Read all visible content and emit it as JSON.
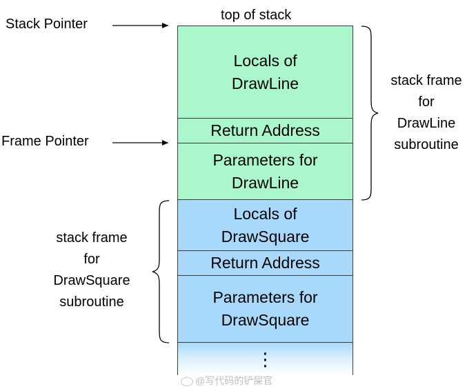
{
  "top_label": "top of stack",
  "pointers": {
    "stack_pointer": "Stack Pointer",
    "frame_pointer": "Frame Pointer"
  },
  "blocks": {
    "drawline_locals": "Locals of\nDrawLine",
    "drawline_return": "Return Address",
    "drawline_params": "Parameters for\nDrawLine",
    "drawsquare_locals": "Locals of\nDrawSquare",
    "drawsquare_return": "Return Address",
    "drawsquare_params": "Parameters for\nDrawSquare",
    "continuation": "⋮"
  },
  "frames": {
    "drawline": "stack frame\nfor\nDrawLine\nsubroutine",
    "drawsquare": "stack frame\nfor\nDrawSquare\nsubroutine"
  },
  "watermark": "@写代码的铲屎官",
  "colors": {
    "drawline_frame": "#aaf7cc",
    "drawsquare_frame": "#a8d9fb",
    "border": "#3a3a3a"
  }
}
